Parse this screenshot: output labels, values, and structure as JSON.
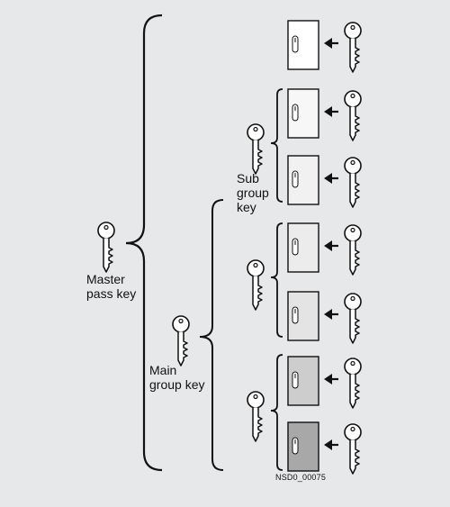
{
  "labels": {
    "master": "Master\npass key",
    "main_group": "Main\ngroup key",
    "sub_group": "Sub\ngroup\nkey",
    "figure_code": "NSD0_00075"
  },
  "colors": {
    "background": "#e6e8ea",
    "line": "#111111",
    "key_fill": "#ffffff"
  },
  "doors": [
    {
      "fill": "#ffffff"
    },
    {
      "fill": "#f7f7f7"
    },
    {
      "fill": "#f1f1f1"
    },
    {
      "fill": "#ececec"
    },
    {
      "fill": "#e4e4e4"
    },
    {
      "fill": "#cdcdcd"
    },
    {
      "fill": "#a8a8a8"
    }
  ],
  "icons": {
    "key": "key-icon",
    "door": "door-icon",
    "arrow": "arrow-left-icon",
    "brace": "brace-icon"
  }
}
